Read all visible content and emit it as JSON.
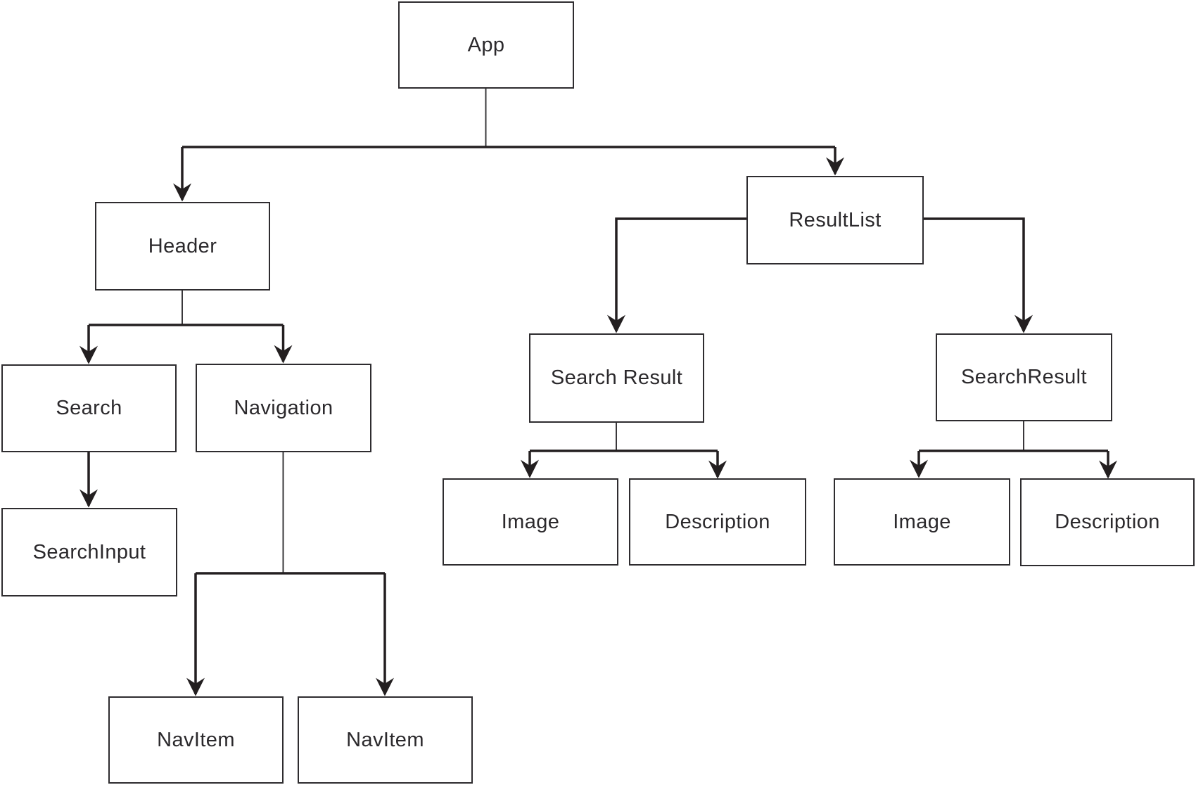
{
  "figure": {
    "type": "component-tree-diagram",
    "background_color": "#ffffff"
  },
  "style": {
    "box_fill": "#ffffff",
    "box_border_color": "#2e2c2f",
    "connector_color": "#231f20",
    "text_color": "#2b292c",
    "arrowhead_style": "filled-v-notch"
  },
  "nodes": [
    {
      "id": "app",
      "label": "App"
    },
    {
      "id": "header",
      "label": "Header"
    },
    {
      "id": "result-list",
      "label": "ResultList"
    },
    {
      "id": "search",
      "label": "Search"
    },
    {
      "id": "navigation",
      "label": "Navigation"
    },
    {
      "id": "search-result-1",
      "label": "Search Result"
    },
    {
      "id": "search-result-2",
      "label": "SearchResult"
    },
    {
      "id": "search-input",
      "label": "SearchInput"
    },
    {
      "id": "image-1",
      "label": "Image"
    },
    {
      "id": "description-1",
      "label": "Description"
    },
    {
      "id": "image-2",
      "label": "Image"
    },
    {
      "id": "description-2",
      "label": "Description"
    },
    {
      "id": "nav-item-1",
      "label": "NavItem"
    },
    {
      "id": "nav-item-2",
      "label": "NavItem"
    }
  ],
  "edges": [
    {
      "from": "app",
      "to": "header"
    },
    {
      "from": "app",
      "to": "result-list"
    },
    {
      "from": "header",
      "to": "search"
    },
    {
      "from": "header",
      "to": "navigation"
    },
    {
      "from": "search",
      "to": "search-input"
    },
    {
      "from": "navigation",
      "to": "nav-item-1"
    },
    {
      "from": "navigation",
      "to": "nav-item-2"
    },
    {
      "from": "result-list",
      "to": "search-result-1"
    },
    {
      "from": "result-list",
      "to": "search-result-2"
    },
    {
      "from": "search-result-1",
      "to": "image-1"
    },
    {
      "from": "search-result-1",
      "to": "description-1"
    },
    {
      "from": "search-result-2",
      "to": "image-2"
    },
    {
      "from": "search-result-2",
      "to": "description-2"
    }
  ]
}
